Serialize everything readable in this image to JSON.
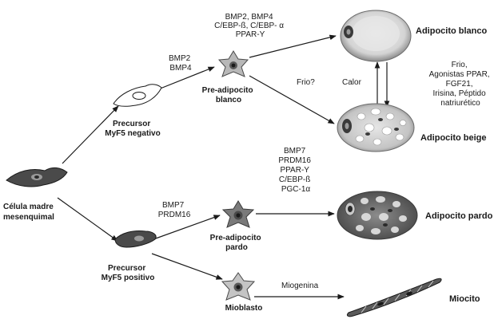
{
  "cells": {
    "mesenchymal": {
      "label_lines": [
        "Célula madre",
        "mesenquimal"
      ]
    },
    "precursor_neg": {
      "label_lines": [
        "Precursor",
        "MyF5 negativo"
      ]
    },
    "precursor_pos": {
      "label_lines": [
        "Precursor",
        "MyF5 positivo"
      ]
    },
    "preadipocyte_white": {
      "label_lines": [
        "Pre-adipocito",
        "blanco"
      ]
    },
    "preadipocyte_brown": {
      "label_lines": [
        "Pre-adipocito",
        "pardo"
      ]
    },
    "myoblast": {
      "label": "Mioblasto"
    },
    "white_adipocyte": {
      "label": "Adipocito blanco"
    },
    "beige_adipocyte": {
      "label": "Adipocito beige"
    },
    "brown_adipocyte": {
      "label": "Adipocito pardo"
    },
    "myocyte": {
      "label": "Miocito"
    }
  },
  "factors": {
    "to_preadipocyte_white": [
      "BMP2",
      "BMP4"
    ],
    "to_white_adipocyte": [
      "BMP2, BMP4",
      "C/EBP-ß, C/EBP- α",
      "PPAR-Y"
    ],
    "to_beige_question": "Frio?",
    "beige_to_white": "Calor",
    "white_to_beige": [
      "Frio,",
      "Agonistas PPAR,",
      "FGF21,",
      "Irisina, Péptido",
      "natriurético"
    ],
    "to_preadipocyte_brown": [
      "BMP7",
      "PRDM16"
    ],
    "to_brown_adipocyte": [
      "BMP7",
      "PRDM16",
      "PPAR-Y",
      "C/EBP-ß",
      "PGC-1α"
    ],
    "to_myocyte": "Miogenina"
  },
  "colors": {
    "line": "#1a1a1a",
    "cell_dark": "#3c3c3c",
    "cell_mid": "#7a7a7a",
    "cell_light": "#c8c8c8",
    "nucleus": "#2a2a2a",
    "white_fat": "#dcdcdc"
  }
}
